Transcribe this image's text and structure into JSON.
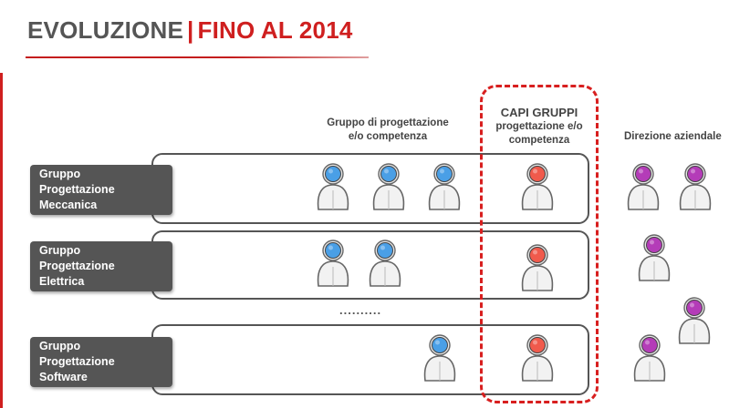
{
  "title": {
    "part1": "EVOLUZIONE",
    "separator": "|",
    "part2": "FINO AL 2014"
  },
  "headers": {
    "group": [
      "Gruppo di progettazione",
      "e/o competenza"
    ],
    "capi": [
      "CAPI GRUPPI",
      "progettazione e/o",
      "competenza"
    ],
    "direzione": "Direzione aziendale"
  },
  "rows": [
    {
      "label": [
        "Gruppo",
        "Progettazione",
        "Meccanica"
      ],
      "members": 3
    },
    {
      "label": [
        "Gruppo",
        "Progettazione",
        "Elettrica"
      ],
      "members": 2
    },
    {
      "label": [
        "Gruppo",
        "Progettazione",
        "Software"
      ],
      "members": 1
    }
  ],
  "ellipsis": "..........",
  "colors": {
    "member": "#4a9fe6",
    "leader": "#f05a4c",
    "director": "#b43cb8",
    "accent": "#cf1f1f"
  }
}
